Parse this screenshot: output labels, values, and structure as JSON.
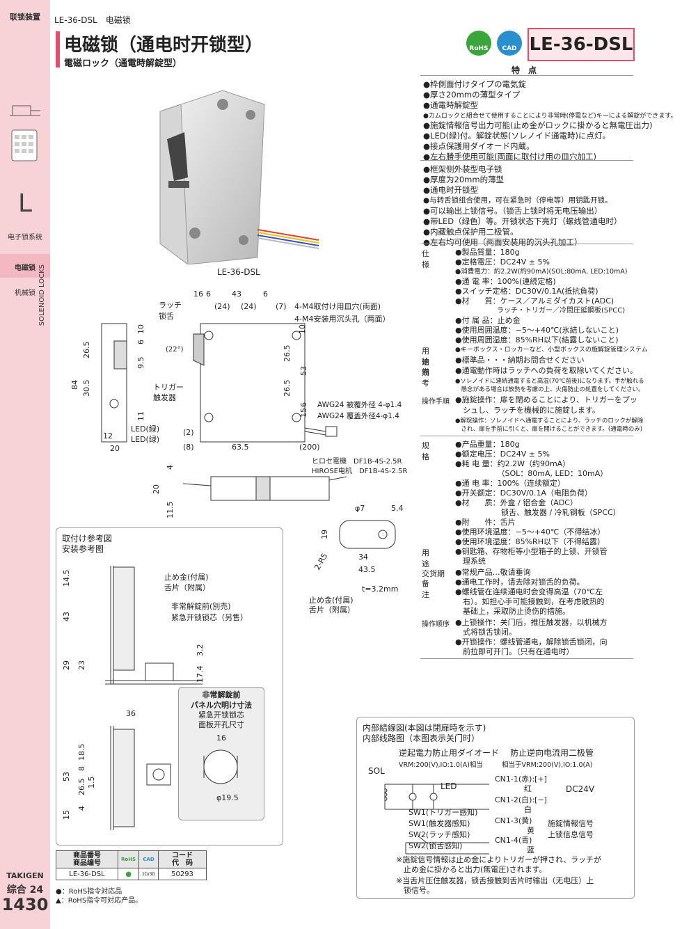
{
  "sidebar": {
    "category": "联锁装置",
    "letter": "L",
    "items": [
      "电子锁系统",
      "电磁锁",
      "机械锁"
    ],
    "vertical_label": "SOLENOID LOCKS",
    "brand": "TAKIGEN",
    "catalog": "综合 24",
    "page": "1430"
  },
  "header": {
    "breadcrumb": "LE-36-DSL　电磁锁",
    "title_zh": "电磁锁（通电时开锁型）",
    "title_ja": "電磁ロック（通電時解錠型）",
    "model": "LE-36-DSL",
    "badges": {
      "rohs": "RoHS",
      "cad": "CAD"
    },
    "colors": {
      "accent": "#e24d6a",
      "sidebar": "#f7d3d8"
    }
  },
  "photo_caption": "LE-36-DSL",
  "features_heading": "特　点",
  "features_ja": [
    "●枠側面付けタイプの電気錠",
    "●厚さ20mmの薄型タイプ",
    "●通電時解錠型",
    "●カムロックと組合せて使用することにより非常時(停電など)キーによる解錠ができます。",
    "●施錠情報信号出力可能(止め金がロックに掛かると無電圧出力)",
    "●LED(緑)付。解錠状態(ソレノイド通電時)に点灯。",
    "●接点保護用ダイオード内蔵。",
    "●左右勝手使用可能(両面に取付け用の皿穴加工)"
  ],
  "features_zh": [
    "●框架侧外装型电子锁",
    "●厚度为20mm的薄型",
    "●通电时开锁型",
    "●与转舌锁组合使用，可在紧急时（停电等）用钥匙开锁。",
    "●可以输出上锁信号。（锁舌上锁时将无电压输出）",
    "●带LED（绿色）等。开锁状态下亮灯（螺线管通电时）",
    "●内藏触点保护用二极管。",
    "●左右均可使用（两面安装用的沉头孔加工）"
  ],
  "spec_ja": {
    "label": "仕　様",
    "lines": [
      "●製品質量：180g",
      "●定格電圧：DC24V ± 5%",
      "●消費電力：約2.2W(約90mA)(SOL:80mA, LED:10mA)",
      "●通 電 率：100%(連続定格)",
      "●スイッチ定格：DC30V/0.1A(抵抗負荷)",
      "●材　　質：ケース／アルミダイカスト(ADC)",
      "　　　　　　ラッチ・トリガー／冷間圧延鋼板(SPCC)",
      "●付 属 品：止め金",
      "●使用周囲温度：−5〜+40℃(氷結しないこと)",
      "●使用周囲湿度：85%RH以下(結露しないこと)"
    ],
    "usage_label": "用　途",
    "usage": "●キーボックス・ロッカーなど、小型ボックスの施解錠管理システム",
    "delivery_label": "納　期",
    "delivery": "●標準品・・・納期お問合せください",
    "notes_label": "備　考",
    "notes": [
      "●通電動作時はラッチへの負荷を取除いてください。",
      "●ソレノイドに連続通電すると高温(70℃前後)になります。手が触れる",
      "　懸念がある場合は放熱を考慮の上、火傷防止の処置をしてください。"
    ],
    "procedure_label": "操作手順",
    "procedure": [
      "●施錠操作：扉を閉めることにより、トリガーをプッ",
      "　シュし、ラッチを機械的に施錠します。",
      "●解錠操作：ソレノイドへ通電することにより、ラッチのロックが解除",
      "　され、扉を手前に引くと、扉を開けることができます。(通電時のみ)"
    ]
  },
  "spec_zh": {
    "label": "规　格",
    "lines": [
      "●产品重量：180g",
      "●额定电压：DC24V ± 5%",
      "●耗 电 量：约2.2W（约90mA）",
      "　　　　　　（SOL：80mA, LED：10mA）",
      "●通 电 率：100%（连续额定）",
      "●开关额定：DC30V/0.1A（电阻负荷）",
      "●材　　质：外盒 / 铝合金（ADC）",
      "　　　　　　锁舌、触发器 / 冷轧钢板（SPCC）",
      "●附　　件：舌片",
      "●使用环境温度：−5〜+40℃（不得结冰）",
      "●使用环境湿度：85%RH以下（不得结露）"
    ],
    "usage_label": "用　途",
    "usage": [
      "●钥匙箱、存物柜等小型箱子的上锁、开锁管",
      "　理系统"
    ],
    "delivery_label": "交货期",
    "delivery": "●常规产品…敬请垂询",
    "notes_label": "备　注",
    "notes": [
      "●通电工作时，请去除对锁舌的负荷。",
      "●螺线管在连续通电时会变得高温（70℃左",
      "　右）。如担心手可能接触到，在考虑散热的",
      "　基础上，采取防止烫伤的措施。"
    ],
    "procedure_label": "操作顺序",
    "procedure": [
      "●上锁操作：关门后，推压触发器，以机械方",
      "　式将锁舌锁闭。",
      "●开锁操作：螺线管通电，解除锁舌锁闭，向",
      "　前拉即可开门。（只有在通电时）"
    ]
  },
  "drawing": {
    "dims_top": [
      "16",
      "6",
      "43",
      "6"
    ],
    "dims_top2": [
      "(24)",
      "(24)",
      "(7)"
    ],
    "latch_ja": "ラッチ",
    "latch_zh": "锁舌",
    "holes_ja": "4-M4取付け用皿穴(両面)",
    "holes_zh": "4-M4安装用沉头孔（两面）",
    "trigger_ja": "トリガー",
    "trigger_zh": "触发器",
    "led_ja": "LED(緑)",
    "led_zh": "LED(绿)",
    "angle": "(22°)",
    "dims_left": [
      "10",
      "6",
      "26.5",
      "9.5",
      "30.5",
      "11"
    ],
    "dim_84": "84",
    "dim_12": "12",
    "dim_20": "20",
    "dims_right": [
      "10",
      "26.5",
      "53",
      "26.5",
      "6",
      "15"
    ],
    "dims_bottom": [
      "(2)",
      "(8)",
      "63.5",
      "(200)"
    ],
    "wire_ja": "AWG24 被覆外径 4-φ1.4",
    "wire_zh": "AWG24 覆盖外径4-φ1.4",
    "conn_ja": "ヒロセ電機　DF1B-4S-2.5R",
    "conn_zh": "HIROSE电机　DF1B-4S-2.5R",
    "side_dims": [
      "4",
      "20",
      "11.5"
    ],
    "strike_dims": [
      "φ7",
      "5.4",
      "19",
      "2-R5",
      "34",
      "43.5"
    ],
    "strike_t": "t=3.2mm",
    "strike_label_ja": "止め金(付属)",
    "strike_label_zh": "舌片（附属）"
  },
  "install": {
    "title_ja": "取付け参考図",
    "title_zh": "安装参考图",
    "strike_ja": "止め金(付属)",
    "strike_zh": "舌片（附属）",
    "emerg_ja": "非常解錠前(別売)",
    "emerg_zh": "紧急开锁锁芯（另售）",
    "dims_a": [
      "14.5",
      "43",
      "29",
      "23",
      "3.2",
      "17.4"
    ],
    "dims_b": [
      "36",
      "18.5",
      "8",
      "53",
      "26.5",
      "1.5",
      "15",
      "4"
    ],
    "panel_ja_1": "非常解錠前",
    "panel_ja_2": "パネル穴明け寸法",
    "panel_zh_1": "紧急开锁锁芯",
    "panel_zh_2": "面板开孔尺寸",
    "panel_dims": [
      "16",
      "φ19.5"
    ]
  },
  "circuit": {
    "title_ja": "内部結線図(本図は閉扉時を示す)",
    "title_zh": "内部线路图（本图表示关门时）",
    "diode_ja": "逆起電力防止用ダイオード",
    "diode_zh": "防止逆向电流用二极管",
    "vrm_ja": "VRM:200(V),IO:1.0(A)相当",
    "vrm_zh": "相当于VRM:200(V),IO:1.0(A)",
    "sol": "SOL",
    "led": "LED",
    "cn1": "CN1-1(赤):[+]",
    "cn1_zh": "红",
    "cn2": "CN1-2(白):[−]",
    "cn2_zh": "白",
    "dc": "DC24V",
    "sw1_ja": "SW1(トリガー感知)",
    "sw1_zh": "SW1(触发器感知)",
    "sw2_ja": "SW2(ラッチ感知)",
    "sw2_zh": "SW2(锁舌感知)",
    "cn3": "CN1-3(黄)",
    "cn3_zh": "黄",
    "cn4": "CN1-4(青)",
    "cn4_zh": "蓝",
    "sig_ja": "施錠情報信号",
    "sig_zh": "上锁信息信号",
    "note_ja_1": "※施錠信号情報は止め金によりトリガーが押され、ラッチが",
    "note_ja_2": "　止め金に掛かると出力(無電圧)されます。",
    "note_zh_1": "※当舌片压住触发器，锁舌接触到舌片时输出（无电压）上",
    "note_zh_2": "　锁信号。"
  },
  "code_table": {
    "headers": [
      "商品番号\n商品编号",
      "RoHS",
      "CAD",
      "コード\n代　码"
    ],
    "h1a": "商品番号",
    "h1b": "商品编号",
    "h4a": "コード",
    "h4b": "代　码",
    "row": {
      "model": "LE-36-DSL",
      "rohs": "●",
      "cad": "2D/3D",
      "code": "50293"
    },
    "legend_1": "●：RoHS指令対応品",
    "legend_2": "▲：RoHS指令可対応产品。"
  }
}
